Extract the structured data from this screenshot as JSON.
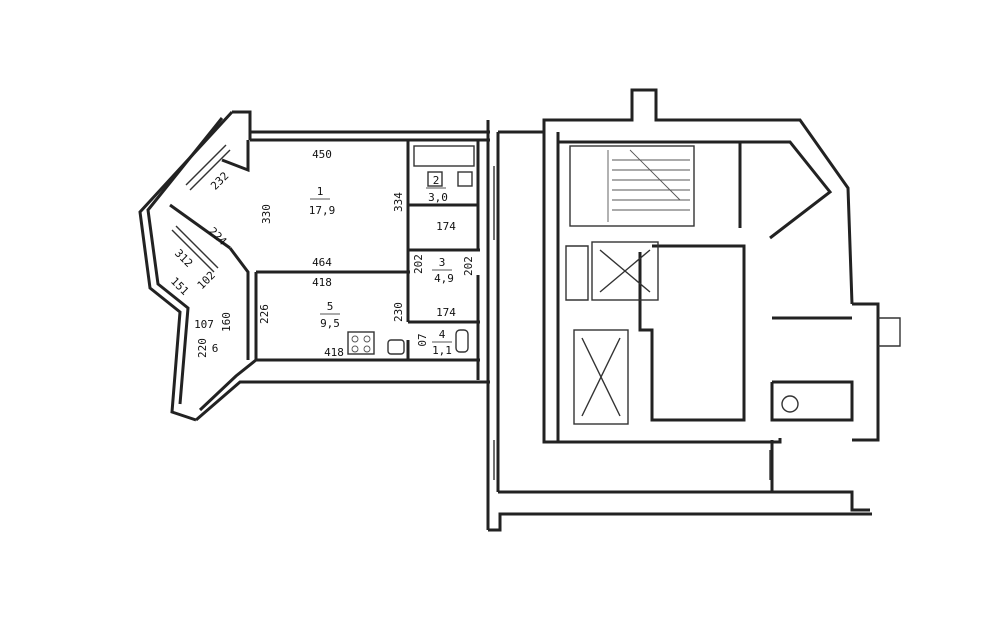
{
  "plan": {
    "rooms": [
      {
        "id": "1",
        "number": "1",
        "area": "17,9"
      },
      {
        "id": "2",
        "number": "2",
        "area": "3,0"
      },
      {
        "id": "3",
        "number": "3",
        "area": "4,9"
      },
      {
        "id": "4",
        "number": "4",
        "area": "1,1"
      },
      {
        "id": "5",
        "number": "5",
        "area": "9,5"
      },
      {
        "id": "6",
        "number": "6",
        "area": ""
      }
    ],
    "dimensions": {
      "d450": "450",
      "d330": "330",
      "d334": "334",
      "d232": "232",
      "d224": "224",
      "d312": "312",
      "d151": "151",
      "d102": "102",
      "d107": "107",
      "d160": "160",
      "d220": "220",
      "d464": "464",
      "d418a": "418",
      "d418b": "418",
      "d226": "226",
      "d174a": "174",
      "d174b": "174",
      "d202a": "202",
      "d202b": "202",
      "d230": "230",
      "d07": "07"
    }
  }
}
